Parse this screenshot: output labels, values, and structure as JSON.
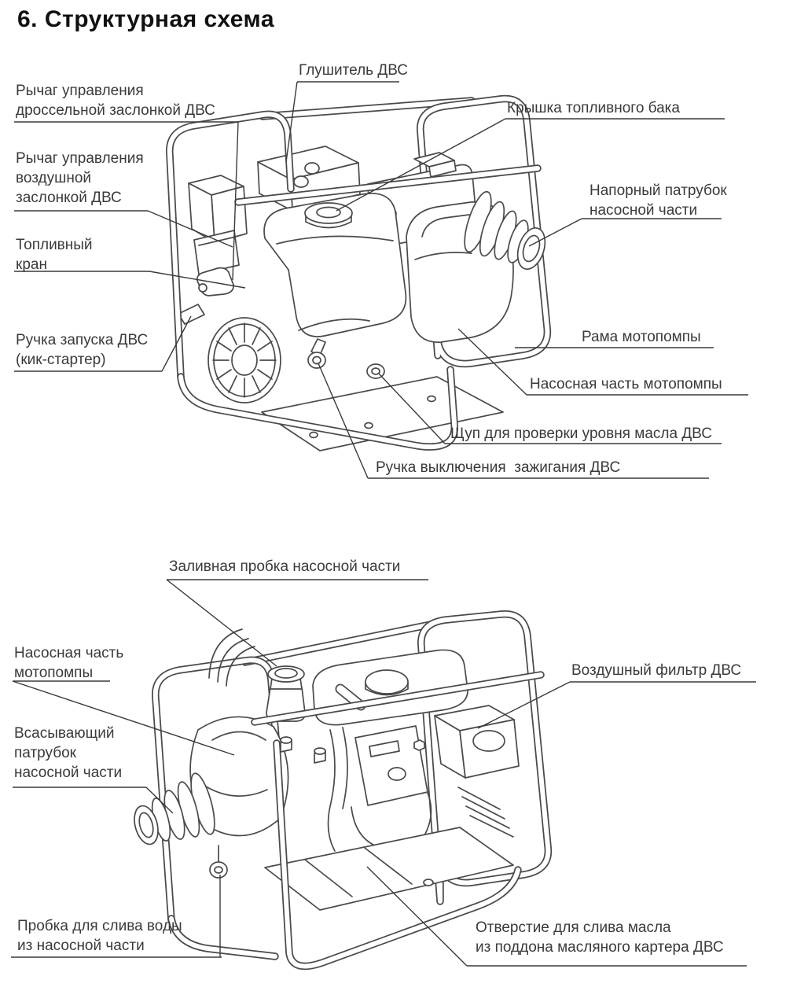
{
  "title": "6. Структурная схема",
  "colors": {
    "background": "#ffffff",
    "line": "#4a4a4a",
    "text": "#3a3a3a",
    "title": "#111111"
  },
  "top_diagram": {
    "labels": {
      "throttle_lever": "Рычаг управления\nдроссельной заслонкой ДВС",
      "choke_lever": "Рычаг управления\nвоздушной\nзаслонкой ДВС",
      "fuel_cock": "Топливный\nкран",
      "starter_handle": "Ручка запуска ДВС\n(кик-стартер)",
      "muffler": "Глушитель ДВС",
      "fuel_tank_cap": "Крышка топливного бака",
      "discharge_port": "Напорный патрубок\nнасосной части",
      "frame": "Рама мотопомпы",
      "pump_section": "Насосная часть мотопомпы",
      "oil_dipstick": "Щуп для проверки уровня масла ДВС",
      "ignition_switch": "Ручка выключения  зажигания ДВС"
    }
  },
  "bottom_diagram": {
    "labels": {
      "priming_plug": "Заливная пробка насосной части",
      "pump_section": "Насосная часть\nмотопомпы",
      "suction_port": "Всасывающий\nпатрубок\nнасосной части",
      "air_filter": "Воздушный фильтр ДВС",
      "water_drain_plug": "Пробка для слива воды\nиз насосной части",
      "oil_drain_hole": "Отверстие для слива масла\nиз поддона масляного картера ДВС"
    }
  }
}
